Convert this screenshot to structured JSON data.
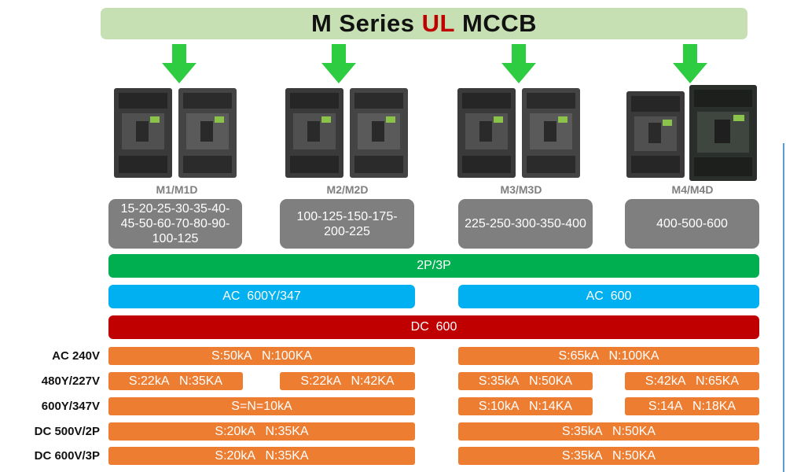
{
  "title": {
    "prefix": "M Series ",
    "ul": "UL",
    "suffix": " MCCB"
  },
  "colors": {
    "title_bg": "#c6e0b4",
    "arrow": "#2ecc40",
    "ratings_bg": "#7f7f7f",
    "poles": "#00b050",
    "ac_band": "#00b0f0",
    "dc_band": "#c00000",
    "rating_bar": "#ed7d31"
  },
  "products": [
    {
      "model": "M1/M1D",
      "ratings": "15-20-25-30-35-40-45-50-60-70-80-90-100-125"
    },
    {
      "model": "M2/M2D",
      "ratings": "100-125-150-175-200-225"
    },
    {
      "model": "M3/M3D",
      "ratings": "225-250-300-350-400"
    },
    {
      "model": "M4/M4D",
      "ratings": "400-500-600"
    }
  ],
  "bands": {
    "poles": "2P/3P",
    "ac_left": "AC  600Y/347",
    "ac_right": "AC  600",
    "dc": "DC  600"
  },
  "rows": [
    {
      "label": "AC  240V",
      "bars": [
        "S:50kA   N:100KA",
        "S:65kA   N:100KA"
      ]
    },
    {
      "label": "480Y/227V",
      "bars": [
        "S:22kA   N:35KA",
        "S:22kA   N:42KA",
        "S:35kA   N:50KA",
        "S:42kA   N:65KA"
      ]
    },
    {
      "label": "600Y/347V",
      "bars": [
        "S=N=10kA",
        "S:10kA   N:14KA",
        "S:14A   N:18KA"
      ]
    },
    {
      "label": "DC 500V/2P",
      "bars": [
        "S:20kA   N:35KA",
        "S:35kA   N:50KA"
      ]
    },
    {
      "label": "DC 600V/3P",
      "bars": [
        "S:20kA   N:35KA",
        "S:35kA   N:50KA"
      ]
    }
  ]
}
